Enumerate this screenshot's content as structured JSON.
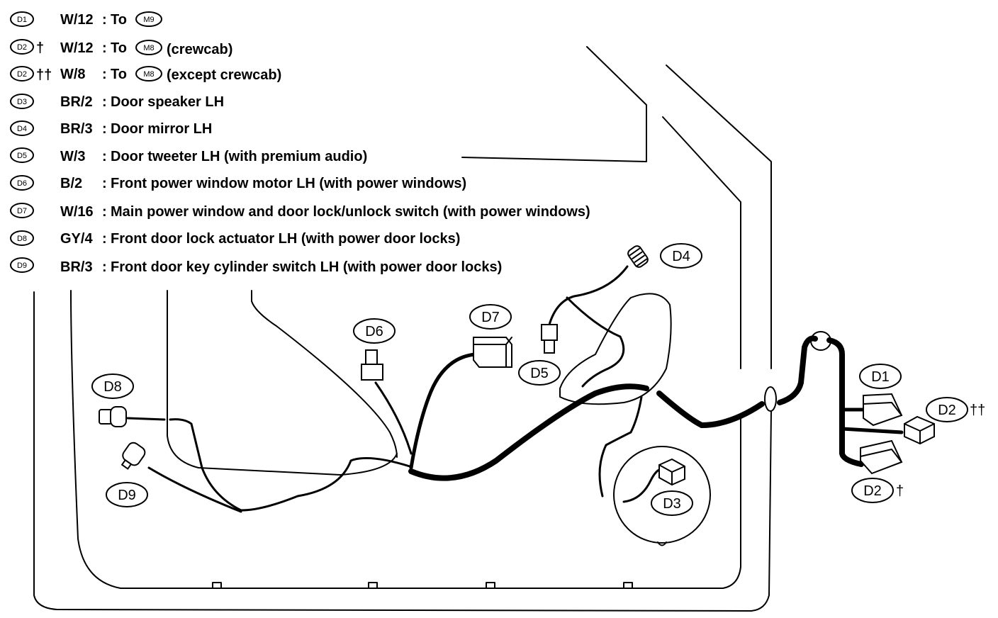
{
  "legend": [
    {
      "badge": "D1",
      "mark": "",
      "code": "W/12",
      "sep": ":",
      "desc": "To",
      "ref": "M9",
      "note": ""
    },
    {
      "badge": "D2",
      "mark": "†",
      "code": "W/12",
      "sep": ":",
      "desc": "To",
      "ref": "M8",
      "note": "(crewcab)"
    },
    {
      "badge": "D2",
      "mark": "††",
      "code": "W/8",
      "sep": ":",
      "desc": "To",
      "ref": "M8",
      "note": "(except crewcab)"
    },
    {
      "badge": "D3",
      "mark": "",
      "code": "BR/2",
      "sep": ":",
      "desc": "Door speaker LH",
      "ref": "",
      "note": ""
    },
    {
      "badge": "D4",
      "mark": "",
      "code": "BR/3",
      "sep": ":",
      "desc": "Door mirror LH",
      "ref": "",
      "note": ""
    },
    {
      "badge": "D5",
      "mark": "",
      "code": "W/3",
      "sep": ":",
      "desc": "Door tweeter LH (with premium audio)",
      "ref": "",
      "note": ""
    },
    {
      "badge": "D6",
      "mark": "",
      "code": "B/2",
      "sep": ":",
      "desc": "Front power window motor LH (with power windows)",
      "ref": "",
      "note": ""
    },
    {
      "badge": "D7",
      "mark": "",
      "code": "W/16",
      "sep": ":",
      "desc": "Main power window and door lock/unlock switch (with power windows)",
      "ref": "",
      "note": ""
    },
    {
      "badge": "D8",
      "mark": "",
      "code": "GY/4",
      "sep": ":",
      "desc": "Front door lock actuator LH (with power door locks)",
      "ref": "",
      "note": ""
    },
    {
      "badge": "D9",
      "mark": "",
      "code": "BR/3",
      "sep": ":",
      "desc": "Front door key cylinder switch LH (with power door locks)",
      "ref": "",
      "note": ""
    }
  ],
  "callouts": {
    "d1": "D1",
    "d2_crewcab": "D2",
    "d2_crewcab_mark": "†",
    "d2_except": "D2",
    "d2_except_mark": "††",
    "d3": "D3",
    "d4": "D4",
    "d5": "D5",
    "d6": "D6",
    "d7": "D7",
    "d8": "D8",
    "d9": "D9"
  }
}
